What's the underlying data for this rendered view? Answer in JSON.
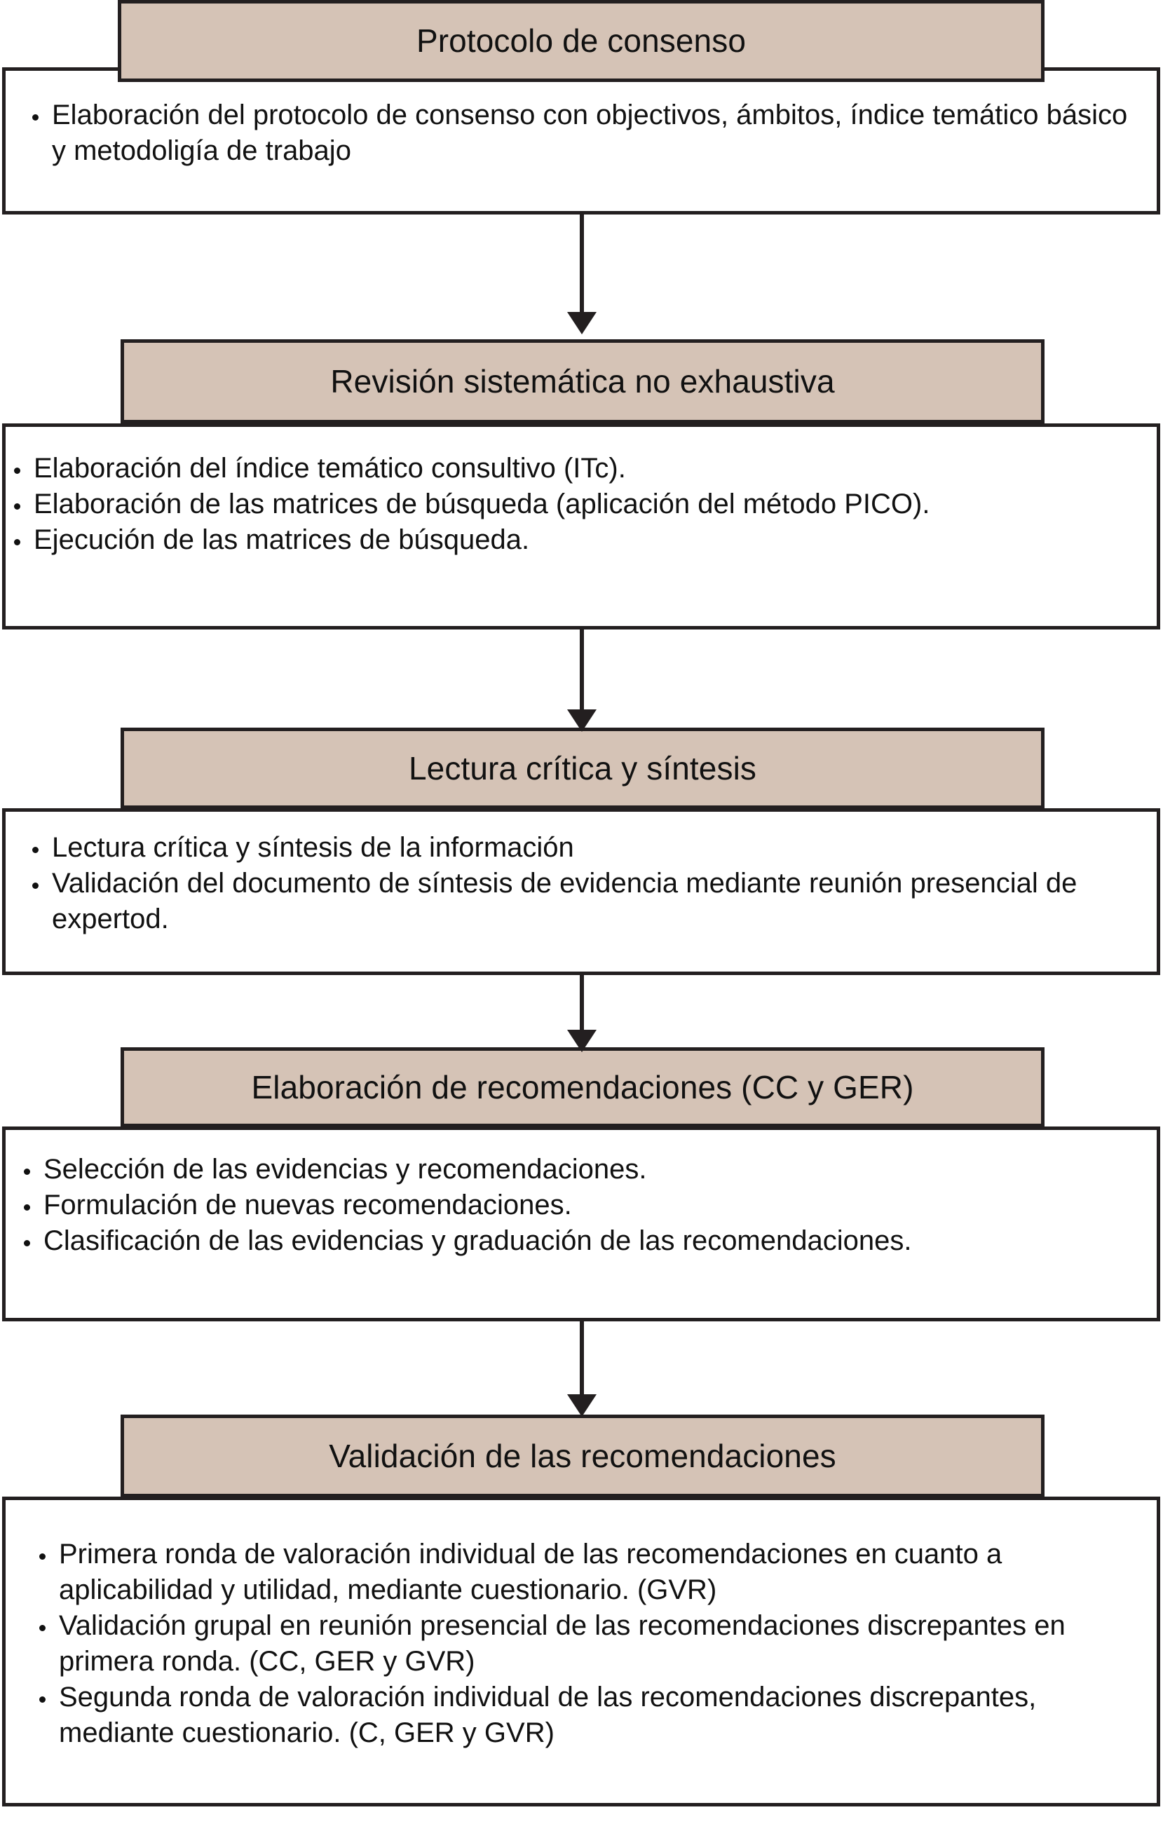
{
  "diagram": {
    "title": "Protocolo de consenso",
    "accent_color": "#d5c3b6",
    "border_color": "#231f20",
    "text_color": "#111111",
    "background_color": "#ffffff",
    "arrow_icon_name": "arrow-down-icon",
    "bullet_icon_name": "bullet-dot-icon",
    "stages": [
      {
        "header": "Protocolo de consenso",
        "items": [
          "Elaboración del protocolo de consenso con objectivos, ámbitos, índice temático básico y metodoligía de trabajo"
        ]
      },
      {
        "header": "Revisión sistemática no exhaustiva",
        "items": [
          "Elaboración del índice temático consultivo (ITc).",
          "Elaboración de las matrices de búsqueda (aplicación del método PICO).",
          "Ejecución de las matrices de búsqueda."
        ]
      },
      {
        "header": "Lectura crítica y síntesis",
        "items": [
          "Lectura crítica y síntesis de la información",
          "Validación del documento de síntesis de evidencia mediante reunión presencial de expertod."
        ]
      },
      {
        "header": "Elaboración de recomendaciones (CC y GER)",
        "items": [
          "Selección de las evidencias y recomendaciones.",
          "Formulación de nuevas recomendaciones.",
          "Clasificación de las evidencias y graduación de las recomendaciones."
        ]
      },
      {
        "header": "Validación de las recomendaciones",
        "items": [
          "Primera ronda de valoración individual de las recomendaciones en cuanto a aplicabilidad y utilidad, mediante cuestionario. (GVR)",
          "Validación grupal en reunión presencial de las recomendaciones discrepantes en primera ronda. (CC, GER y GVR)",
          "Segunda ronda de valoración individual de las recomendaciones discrepantes, mediante cuestionario. (C, GER y GVR)"
        ]
      }
    ]
  }
}
